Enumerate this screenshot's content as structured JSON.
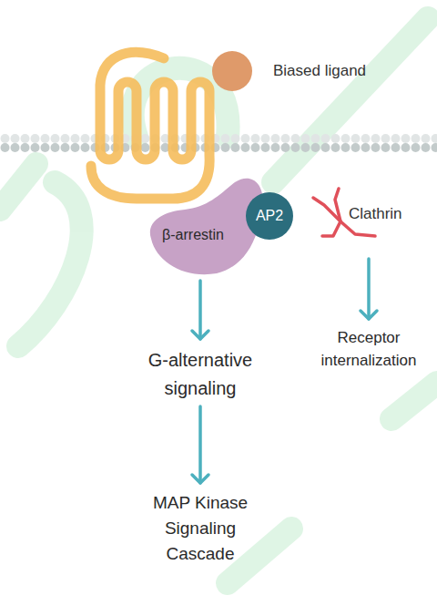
{
  "diagram": {
    "nodes": [
      {
        "text": [
          "Biased ligand"
        ]
      },
      {
        "text": [
          "β-arrestin"
        ]
      },
      {
        "text": [
          "AP2"
        ]
      },
      {
        "text": [
          "Clathrin"
        ]
      },
      {
        "text": [
          "G-alternative signaling"
        ]
      },
      {
        "text": [
          "Receptor internalization"
        ]
      },
      {
        "text": [
          "MAP Kinase Signaling Cascade"
        ]
      }
    ],
    "edges": [
      {
        "from": 1,
        "to": 4,
        "arrow": "to"
      },
      {
        "from": 3,
        "to": 5,
        "arrow": "to"
      },
      {
        "from": 4,
        "to": 6,
        "arrow": "to"
      }
    ]
  }
}
